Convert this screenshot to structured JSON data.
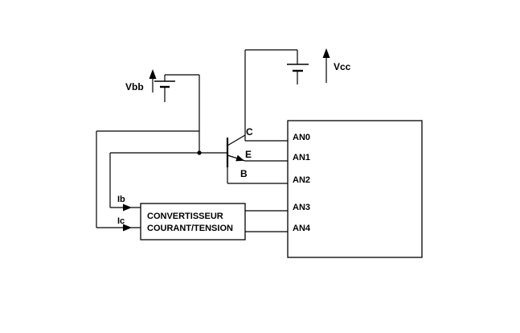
{
  "diagram": {
    "type": "circuit-schematic",
    "colors": {
      "line": "#000000",
      "background": "#ffffff"
    },
    "labels": {
      "vbb": "Vbb",
      "vcc": "Vcc",
      "collector": "C",
      "emitter": "E",
      "base": "B",
      "ib": "Ib",
      "ic": "Ic"
    },
    "converter": {
      "line1": "CONVERTISSEUR",
      "line2": "COURANT/TENSION"
    },
    "adc_pins": [
      "AN0",
      "AN1",
      "AN2",
      "AN3",
      "AN4"
    ]
  }
}
